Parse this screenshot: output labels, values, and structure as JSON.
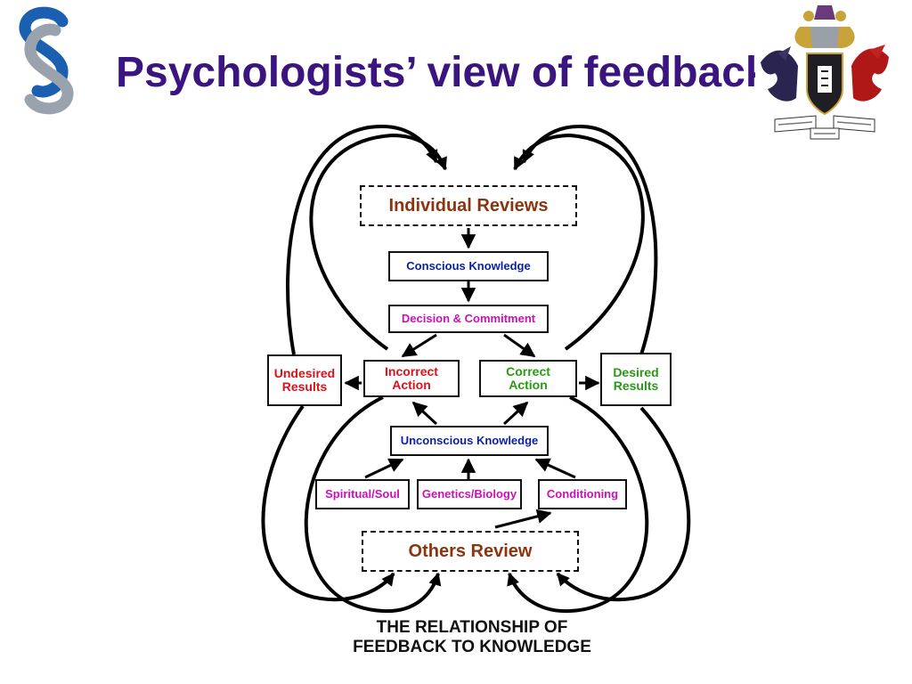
{
  "header": {
    "title": "Psychologists’ view of feedback"
  },
  "colors": {
    "title": "#3a1580",
    "logo_blue": "#1b5fb0",
    "logo_grey": "#9aa2ad",
    "review_brown": "#8b3510",
    "knowledge_blue": "#0a1fa8",
    "decision_magenta": "#cc10b8",
    "undesired_red": "#e0101a",
    "desired_green": "#2a9a14"
  },
  "diagram": {
    "individual_reviews": "Individual Reviews",
    "conscious_knowledge": "Conscious Knowledge",
    "decision_commitment": "Decision & Commitment",
    "incorrect_action": [
      "Incorrect",
      "Action"
    ],
    "correct_action": [
      "Correct",
      "Action"
    ],
    "undesired_results": [
      "Undesired",
      "Results"
    ],
    "desired_results": [
      "Desired",
      "Results"
    ],
    "unconscious_knowledge": "Unconscious Knowledge",
    "spiritual_soul": "Spiritual/Soul",
    "genetics_biology": "Genetics/Biology",
    "conditioning": "Conditioning",
    "others_review": "Others Review",
    "caption": [
      "THE RELATIONSHIP OF",
      "FEEDBACK TO KNOWLEDGE"
    ]
  },
  "crest": {
    "icon": "coat-of-arms-icon"
  },
  "logo": {
    "icon": "section-sign-logo-icon"
  }
}
